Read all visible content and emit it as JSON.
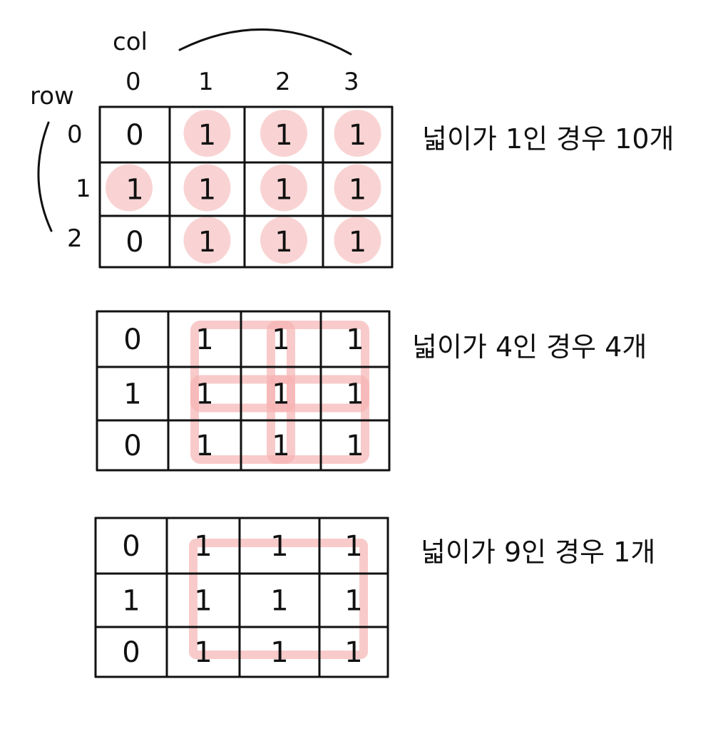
{
  "axis": {
    "col_label": "col",
    "row_label": "row",
    "col_numbers": [
      "0",
      "1",
      "2",
      "3"
    ],
    "row_numbers": [
      "0",
      "1",
      "2"
    ]
  },
  "matrix": [
    [
      "0",
      "1",
      "1",
      "1"
    ],
    [
      "1",
      "1",
      "1",
      "1"
    ],
    [
      "0",
      "1",
      "1",
      "1"
    ]
  ],
  "panels": [
    {
      "caption": "넓이가 1인 경우 10개",
      "highlight": "cells",
      "highlight_count": 10
    },
    {
      "caption": "넓이가 4인 경우 4개",
      "highlight": "2x2-squares",
      "highlight_count": 4
    },
    {
      "caption": "넓이가 9인 경우 1개",
      "highlight": "3x3-square",
      "highlight_count": 1
    }
  ],
  "colors": {
    "ink": "#111111",
    "highlight": "#f9d3d3",
    "highlight_stroke": "#f6b3b3"
  }
}
